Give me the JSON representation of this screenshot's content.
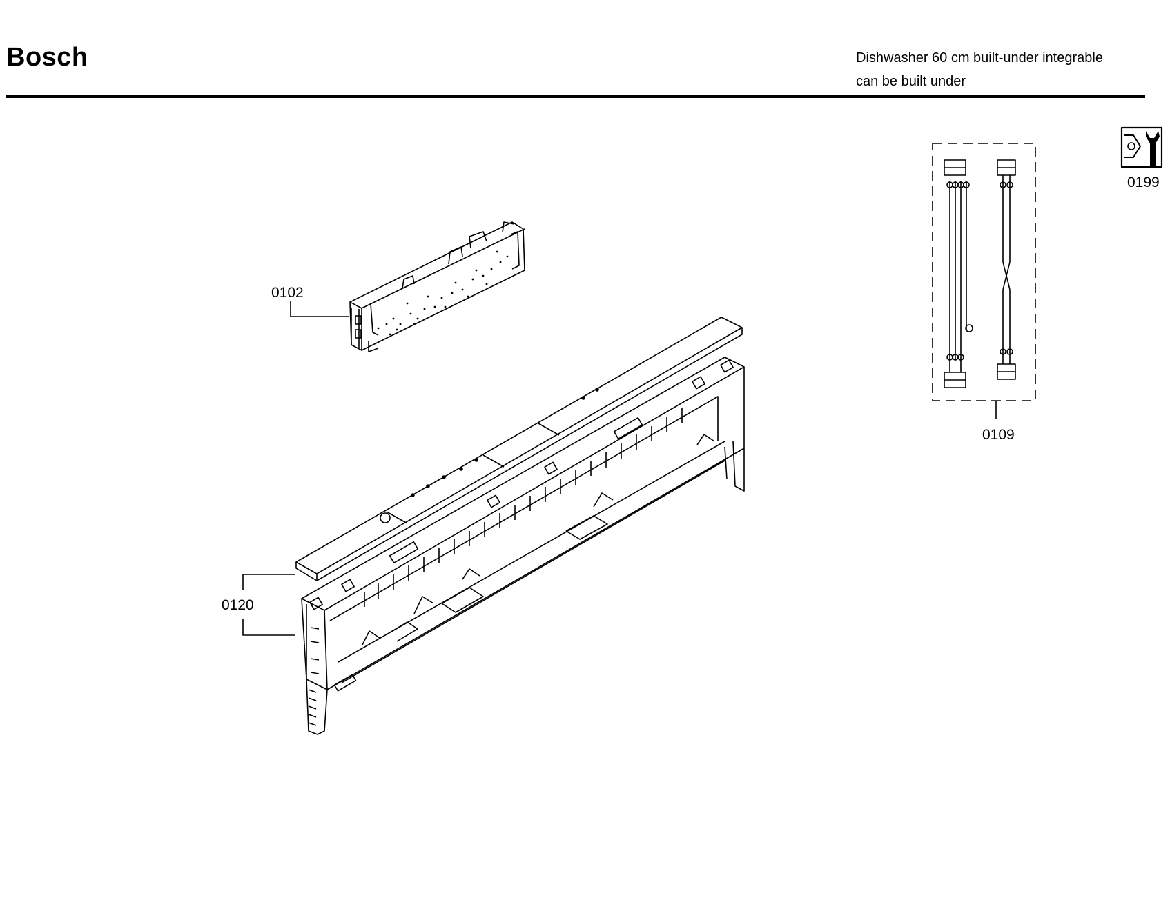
{
  "header": {
    "brand": "Bosch",
    "description_line1": "Dishwasher 60 cm built-under integrable",
    "description_line2": "can be built under"
  },
  "parts": {
    "p0102": "0102",
    "p0120": "0120",
    "p0109": "0109",
    "p0199": "0199"
  },
  "icons": {
    "service_icon": "wrench-nut-icon"
  }
}
